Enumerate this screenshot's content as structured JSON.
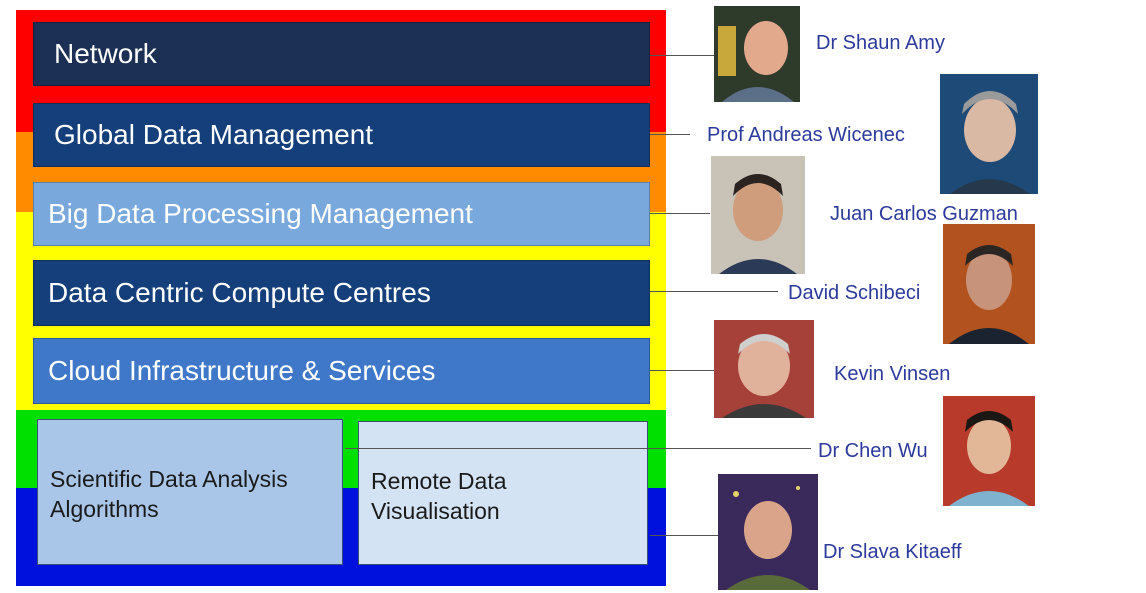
{
  "colors": {
    "network_band": "#ff0000",
    "global_band": "#ff8c00",
    "processing_band": "#ffff00",
    "analysis_band": "#00e000",
    "visualisation_band": "#0011dd",
    "dark_layer": "#1b3054",
    "mid_layer": "#153f7a",
    "light_layer": "#79a8dd",
    "bright_layer": "#3f78c8",
    "pale_box": "#a9c6e8",
    "paler_box": "#d4e3f4",
    "name_text": "#2b3a9b"
  },
  "layers": [
    {
      "label": "Network"
    },
    {
      "label": "Global Data Management"
    },
    {
      "label": "Big Data Processing Management"
    },
    {
      "label": "Data Centric Compute Centres"
    },
    {
      "label": "Cloud Infrastructure & Services"
    }
  ],
  "sub_layers": [
    {
      "label": "Scientific Data Analysis\nAlgorithms"
    },
    {
      "label": "Remote Data\nVisualisation"
    }
  ],
  "people": [
    {
      "name": "Dr Shaun Amy",
      "photo_icon": "portrait-icon"
    },
    {
      "name": "Prof Andreas Wicenec",
      "photo_icon": "portrait-icon"
    },
    {
      "name": "Juan Carlos Guzman",
      "photo_icon": "portrait-icon"
    },
    {
      "name": "David Schibeci",
      "photo_icon": "portrait-icon"
    },
    {
      "name": "Kevin Vinsen",
      "photo_icon": "portrait-icon"
    },
    {
      "name": "Dr Chen Wu",
      "photo_icon": "portrait-icon"
    },
    {
      "name": "Dr Slava Kitaeff",
      "photo_icon": "portrait-icon"
    }
  ]
}
